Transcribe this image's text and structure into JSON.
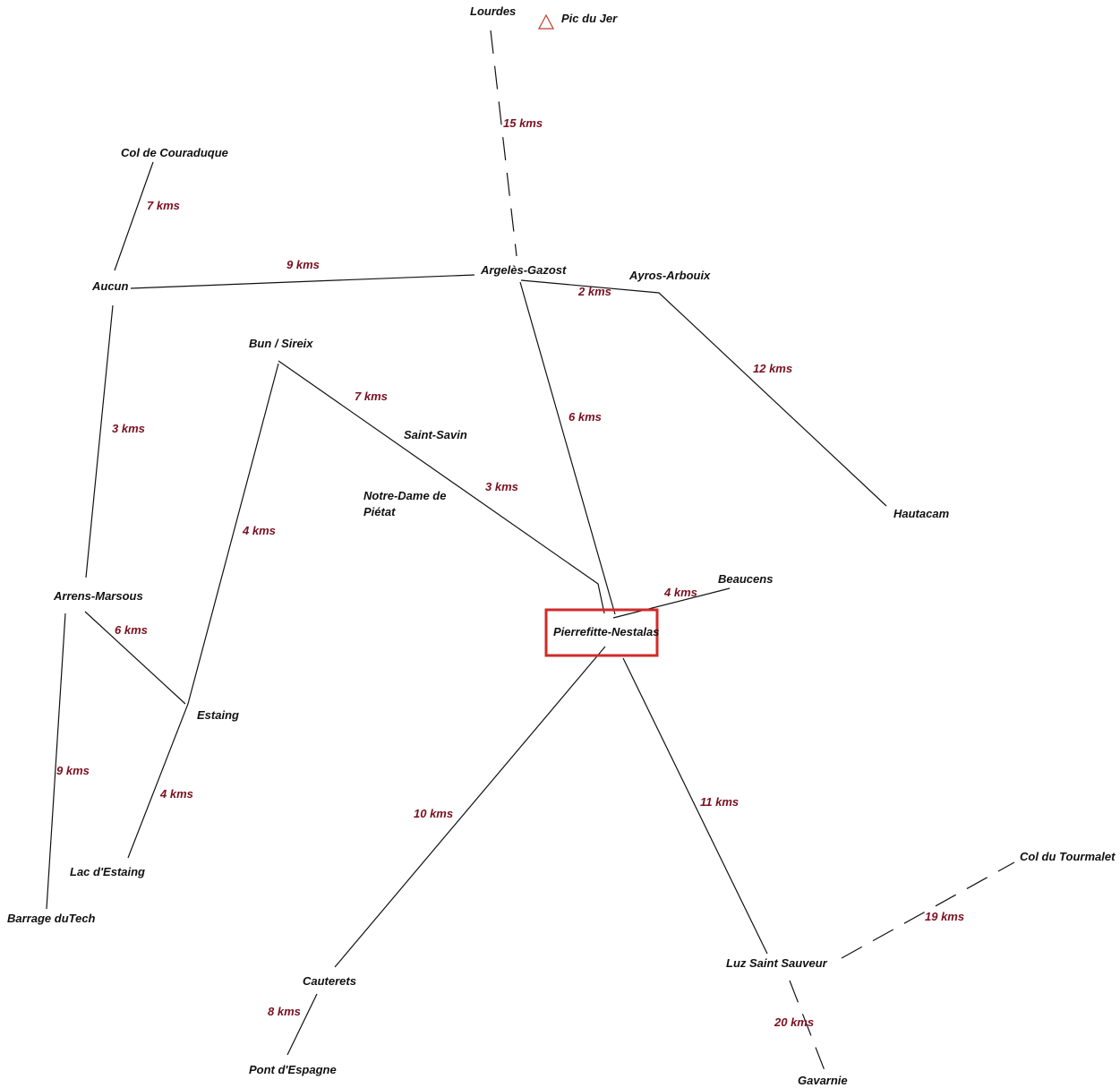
{
  "colors": {
    "highlight": "#d12a2a",
    "distance": "#7a1020",
    "peak": "#c0392b"
  },
  "peak": {
    "icon": "triangle-peak-icon",
    "label": "Pic du Jer"
  },
  "places": {
    "lourdes": "Lourdes",
    "col_couraduque": "Col de Couraduque",
    "aucun": "Aucun",
    "argeles": "Argelès-Gazost",
    "ayros": "Ayros-Arbouix",
    "bun": "Bun / Sireix",
    "saint_savin": "Saint-Savin",
    "notre_dame_1": "Notre-Dame de",
    "notre_dame_2": "Piétat",
    "hautacam": "Hautacam",
    "beaucens": "Beaucens",
    "pierrefitte": "Pierrefitte-Nestalas",
    "arrens": "Arrens-Marsous",
    "estaing": "Estaing",
    "lac_estaing": "Lac d'Estaing",
    "barrage": "Barrage duTech",
    "cauterets": "Cauterets",
    "pont_espagne": "Pont d'Espagne",
    "luz": "Luz Saint Sauveur",
    "gavarnie": "Gavarnie",
    "tourmalet": "Col du Tourmalet"
  },
  "distances": {
    "lourdes_argeles": "15 kms",
    "couraduque_aucun": "7 kms",
    "aucun_argeles": "9 kms",
    "argeles_ayros": "2 kms",
    "ayros_hautacam": "12 kms",
    "bun_saintsavin": "7 kms",
    "argeles_pierrefitte": "6 kms",
    "saintsavin_pierrefitte": "3 kms",
    "aucun_arrens": "3 kms",
    "bun_estaing": "4 kms",
    "pierrefitte_beaucens": "4 kms",
    "arrens_estaing": "6 kms",
    "arrens_barrage": "9 kms",
    "estaing_lac": "4 kms",
    "pierrefitte_cauterets": "10 kms",
    "pierrefitte_luz": "11 kms",
    "luz_tourmalet": "19 kms",
    "cauterets_pont": "8 kms",
    "luz_gavarnie": "20 kms"
  }
}
